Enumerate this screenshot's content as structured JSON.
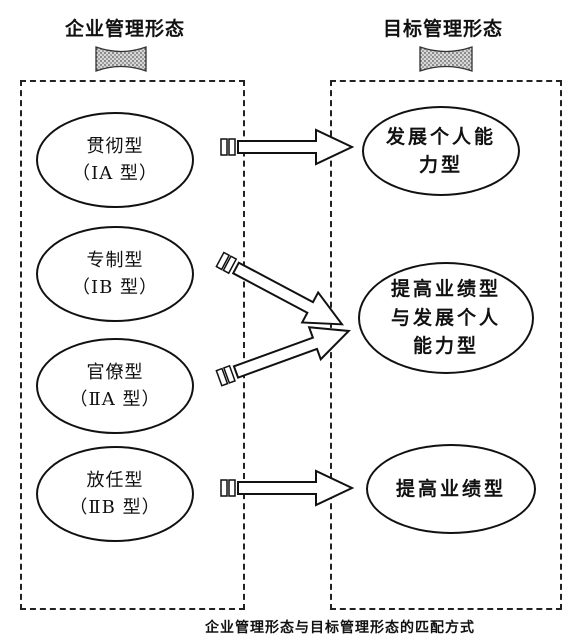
{
  "headings": {
    "left": "企业管理形态",
    "right": "目标管理形态"
  },
  "left_items": [
    {
      "name": "贯彻型",
      "type": "（ⅠA 型）"
    },
    {
      "name": "专制型",
      "type": "（ⅠB 型）"
    },
    {
      "name": "官僚型",
      "type": "（ⅡA 型）"
    },
    {
      "name": "放任型",
      "type": "（ⅡB 型）"
    }
  ],
  "right_items": [
    {
      "lines": [
        "发展个人能",
        "力型"
      ]
    },
    {
      "lines": [
        "提高业绩型",
        "与发展个人",
        "能力型"
      ]
    },
    {
      "lines": [
        "提高业绩型"
      ]
    }
  ],
  "caption": "企业管理形态与目标管理形态的匹配方式",
  "colors": {
    "line": "#111111",
    "fill": "#ffffff",
    "badge": "#888888"
  }
}
